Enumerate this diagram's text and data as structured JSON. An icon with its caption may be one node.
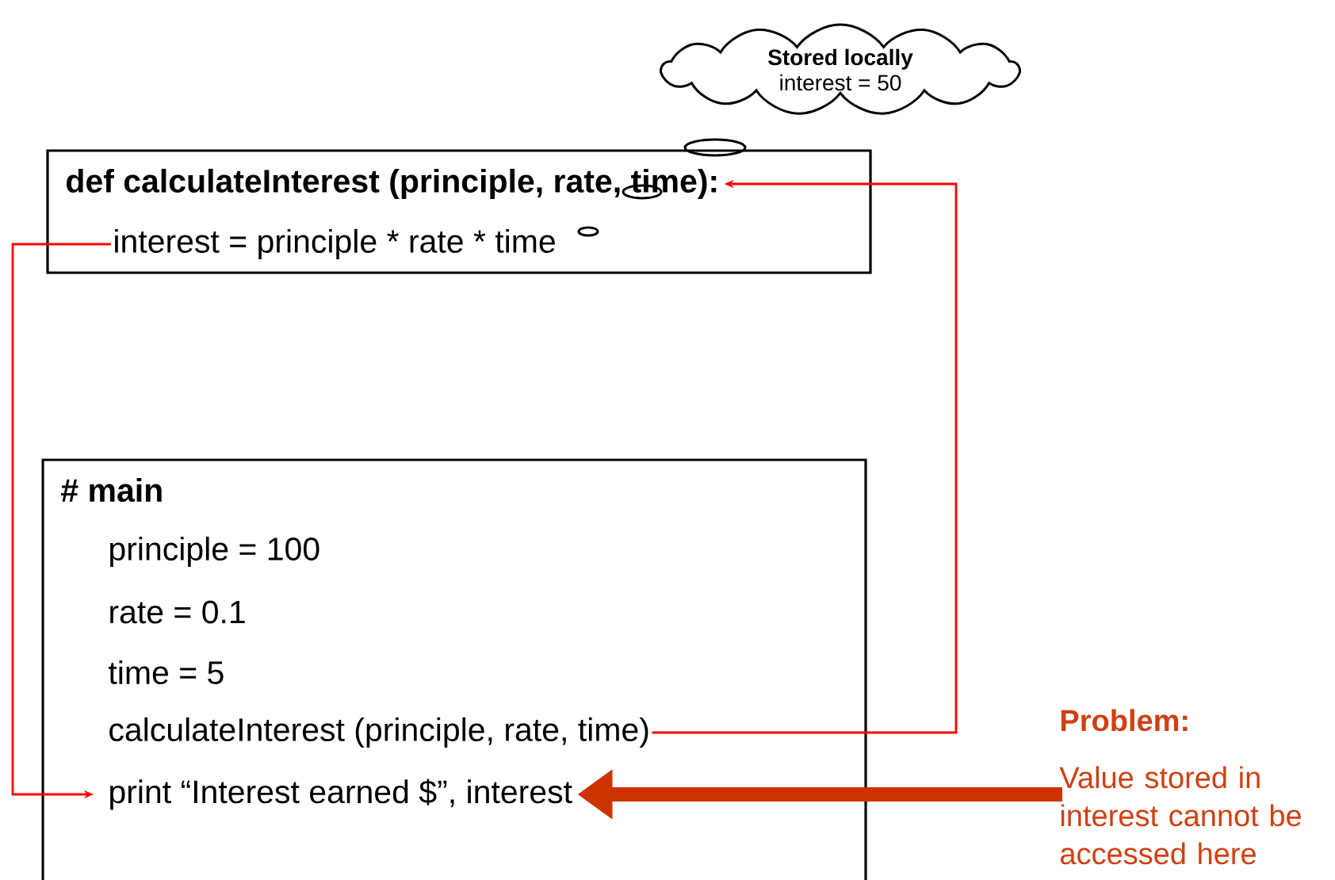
{
  "diagram": {
    "nodes": [
      {
        "text": [],
        "shape": "box"
      },
      {
        "text": [
          "def calculateInterest (principle, rate, time):"
        ],
        "in": 0
      },
      {
        "text": [
          "interest = principle * rate * time"
        ],
        "in": 0
      },
      {
        "text": [],
        "shape": "box"
      },
      {
        "text": [
          "# main"
        ],
        "in": 3
      },
      {
        "text": [
          "principle = 100"
        ],
        "in": 3
      },
      {
        "text": [
          "rate = 0.1"
        ],
        "in": 3
      },
      {
        "text": [
          "time = 5"
        ],
        "in": 3
      },
      {
        "text": [
          "calculateInterest (principle, rate, time)"
        ],
        "in": 3
      },
      {
        "text": [
          "print “Interest earned $”, interest"
        ],
        "in": 3
      },
      {
        "text": [
          "Stored locally",
          "interest = 50"
        ]
      },
      {
        "text": [
          "Problem:",
          "Value stored in interest cannot be accessed here"
        ]
      }
    ],
    "edges": [
      {
        "from": 8,
        "to": 1,
        "arrow": "to"
      },
      {
        "from": 2,
        "to": 9,
        "arrow": "to"
      },
      {
        "from": 11,
        "to": 9,
        "arrow": "to",
        "style": "thick",
        "color": "#cc3300"
      }
    ]
  }
}
